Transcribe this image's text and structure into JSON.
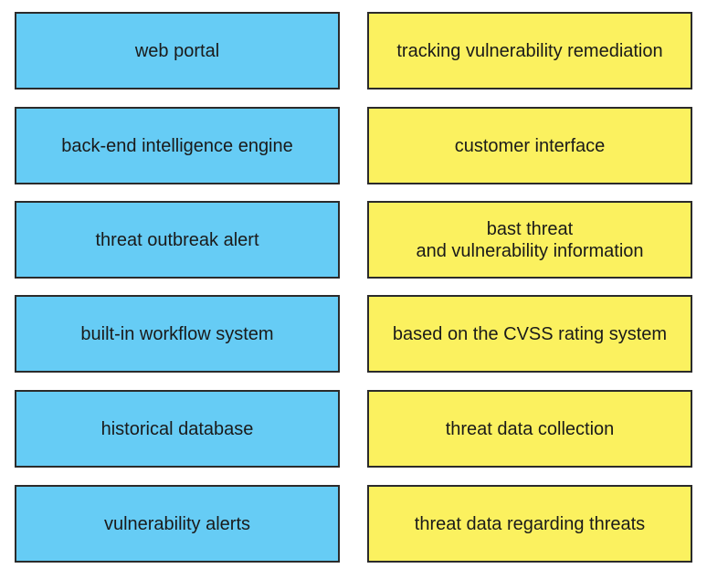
{
  "left_items": [
    {
      "label": "web portal"
    },
    {
      "label": "back-end intelligence engine"
    },
    {
      "label": "threat outbreak alert"
    },
    {
      "label": "built-in workflow system"
    },
    {
      "label": "historical database"
    },
    {
      "label": "vulnerability alerts"
    }
  ],
  "right_items": [
    {
      "label": "tracking vulnerability remediation"
    },
    {
      "label": "customer interface"
    },
    {
      "label": "bast threat\nand vulnerability information"
    },
    {
      "label": "based on the CVSS rating system"
    },
    {
      "label": "threat data collection"
    },
    {
      "label": "threat data regarding threats"
    }
  ],
  "colors": {
    "left_fill": "#66ccf5",
    "right_fill": "#fbf15f",
    "border": "#2b2b2b"
  }
}
